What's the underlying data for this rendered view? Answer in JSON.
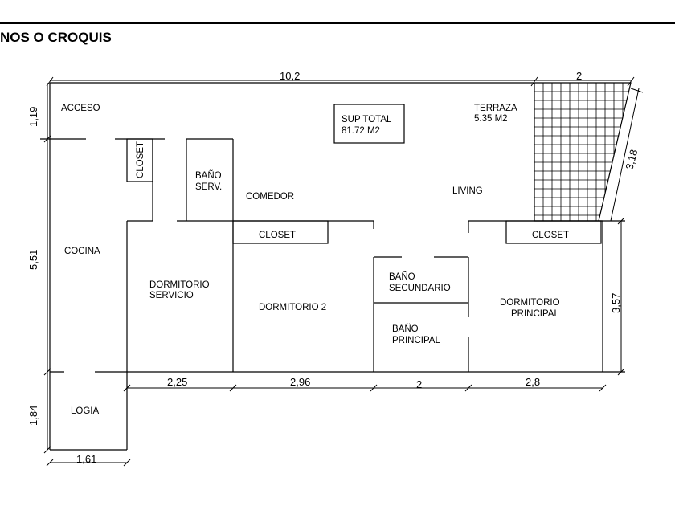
{
  "header": {
    "title": "NOS O CROQUIS"
  },
  "rooms": {
    "acceso": "ACCESO",
    "sup_total_label": "SUP TOTAL",
    "sup_total_value": "81.72 M2",
    "terraza_label": "TERRAZA",
    "terraza_value": "5.35 M2",
    "closet_vertical": "CLOSET",
    "bano_serv_1": "BAÑO",
    "bano_serv_2": "SERV.",
    "comedor": "COMEDOR",
    "living": "LIVING",
    "cocina": "COCINA",
    "closet_mid": "CLOSET",
    "closet_right": "CLOSET",
    "dorm_servicio_1": "DORMITORIO",
    "dorm_servicio_2": "SERVICIO",
    "dorm_2": "DORMITORIO 2",
    "bano_sec_1": "BAÑO",
    "bano_sec_2": "SECUNDARIO",
    "bano_prin_1": "BAÑO",
    "bano_prin_2": "PRINCIPAL",
    "dorm_prin_1": "DORMITORIO",
    "dorm_prin_2": "PRINCIPAL",
    "logia": "LOGIA"
  },
  "dimensions": {
    "top_main": "10,2",
    "top_terrace": "2",
    "left_acceso": "1,19",
    "left_main": "5,51",
    "left_logia": "1,84",
    "diag_terrace": "3,18",
    "right_dorm": "3,57",
    "bottom_serv": "2,25",
    "bottom_dorm2": "2,96",
    "bottom_bano": "2",
    "bottom_principal": "2,8",
    "bottom_logia": "1,61"
  }
}
